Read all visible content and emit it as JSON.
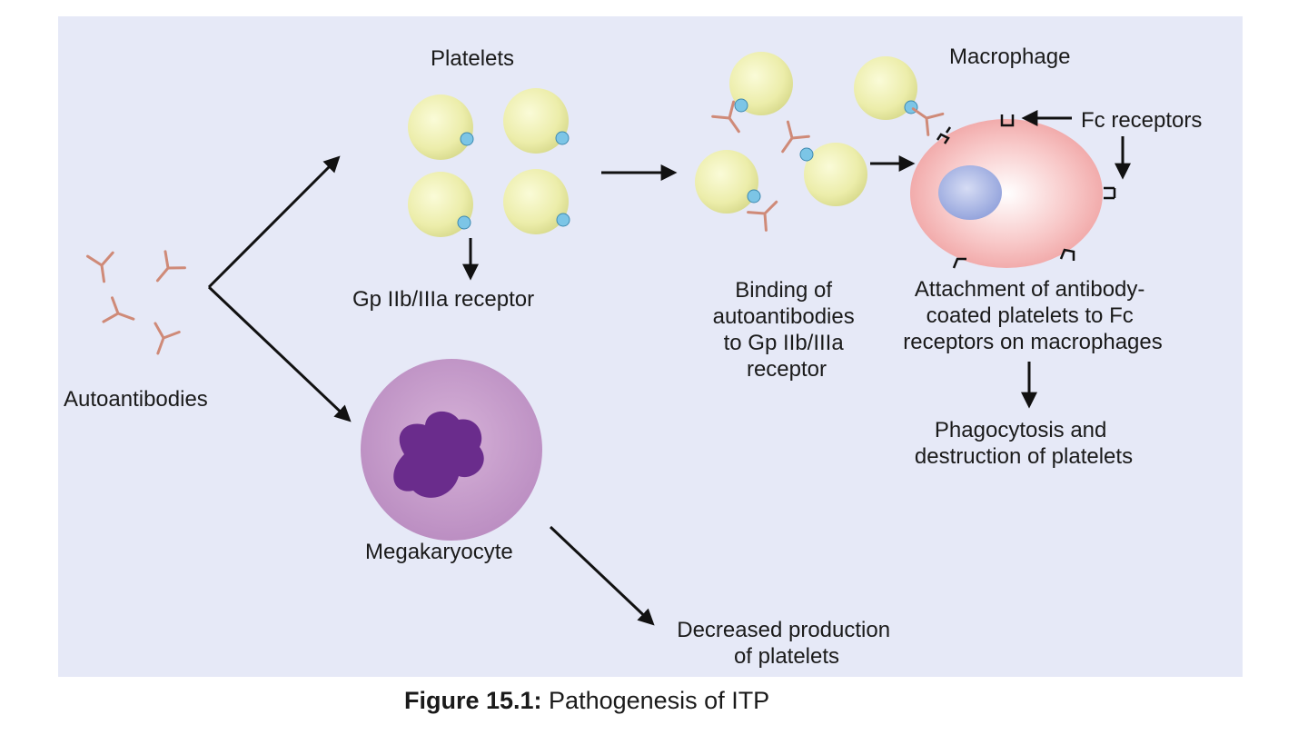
{
  "diagram": {
    "labels": {
      "platelets": "Platelets",
      "macrophage": "Macrophage",
      "fc_receptors": "Fc receptors",
      "gp_receptor": "Gp IIb/IIIa receptor",
      "autoantibodies": "Autoantibodies",
      "megakaryocyte": "Megakaryocyte",
      "binding": [
        "Binding of",
        "autoantibodies",
        "to Gp IIb/IIIa",
        "receptor"
      ],
      "attachment": [
        "Attachment of antibody-",
        "coated platelets to Fc",
        "receptors on macrophages"
      ],
      "phagocytosis": [
        "Phagocytosis and",
        "destruction of platelets"
      ],
      "decreased": [
        "Decreased production",
        "of platelets"
      ]
    },
    "caption": {
      "number": "Figure 15.1:",
      "text": " Pathogenesis of ITP"
    }
  },
  "colors": {
    "panel": "#e6e9f7",
    "platelet": "#eeeeae",
    "receptor": "#7cc5e6",
    "antibody": "#cf8a78",
    "macrophage": "#f4aaaa",
    "nucleus": "#aab8e6",
    "megakaryocyte": "#c79ccc",
    "mega_nucleus": "#6a2c8c",
    "arrow": "#111111"
  }
}
